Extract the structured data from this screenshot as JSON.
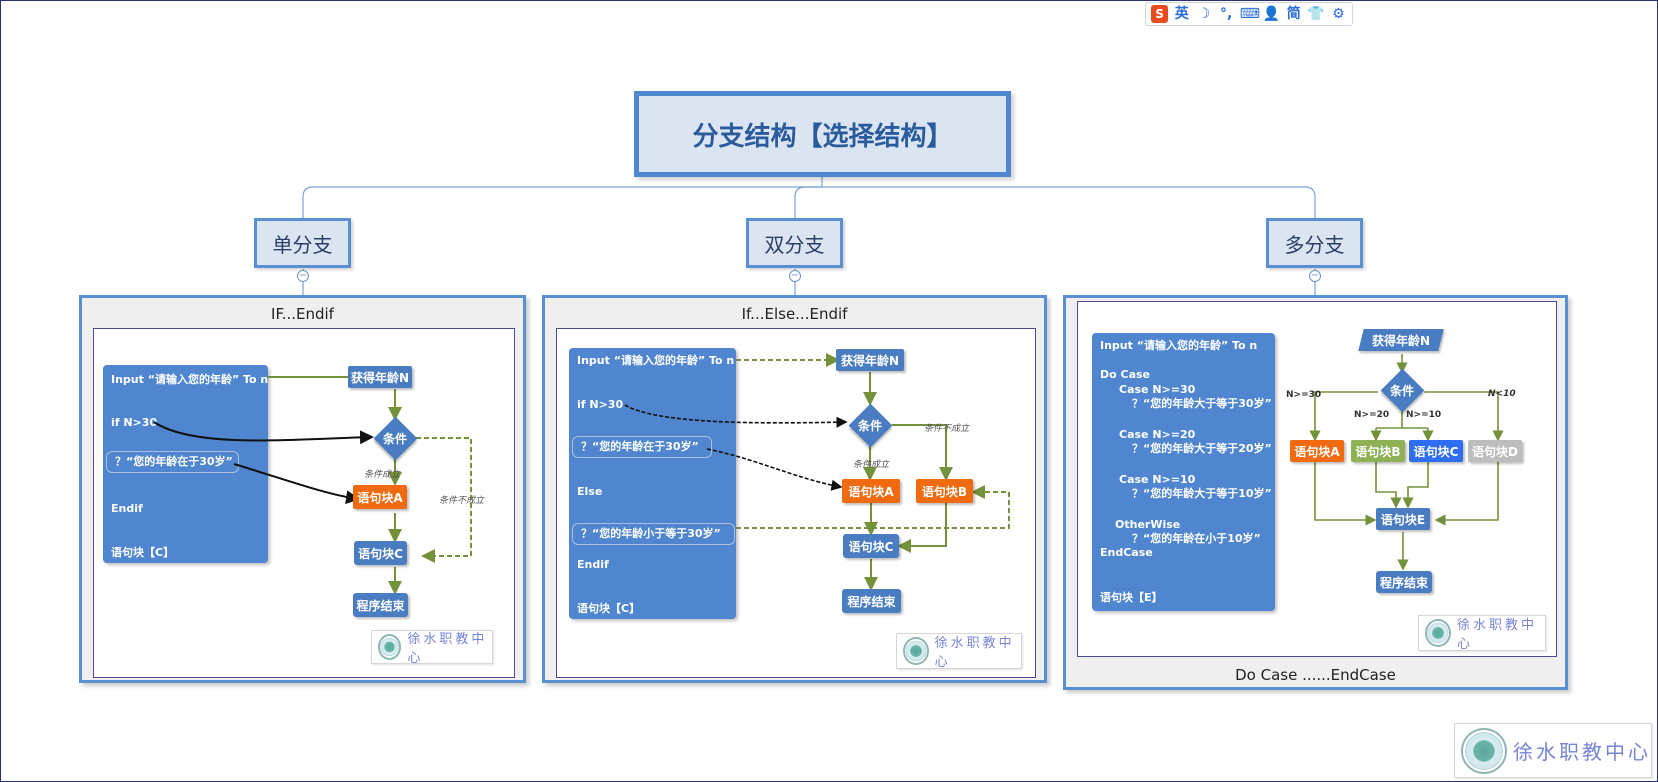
{
  "ime_toolbar": {
    "logo": "S",
    "lang": "英",
    "moon_icon": "☽",
    "punct": "°,",
    "keyboard_icon": "⌨",
    "user_icon": "👤",
    "simplified": "简",
    "shirt_icon": "👕",
    "gear_icon": "⚙"
  },
  "root_title": "分支结构【选择结构】",
  "branches": [
    "单分支",
    "双分支",
    "多分支"
  ],
  "single": {
    "title": "IF...Endif",
    "code": {
      "input": "Input “请输入您的年龄” To n",
      "if": "if N>30",
      "say": "？“您的年龄在于30岁”",
      "endif": "Endif",
      "block": "语句块【C】"
    },
    "flow": {
      "get": "获得年龄N",
      "cond": "条件",
      "true_label": "条件成立",
      "false_label": "条件不成立",
      "block_a": "语句块A",
      "block_c": "语句块C",
      "end": "程序结束"
    },
    "watermark": "徐水职教中心"
  },
  "double": {
    "title": "If...Else...Endif",
    "code": {
      "input": "Input “请输入您的年龄” To n",
      "if": "if N>30",
      "say1": "？“您的年龄在于30岁”",
      "else": "Else",
      "say2": "？“您的年龄小于等于30岁”",
      "endif": "Endif",
      "block": "语句块【C】"
    },
    "flow": {
      "get": "获得年龄N",
      "cond": "条件",
      "true_label": "条件成立",
      "false_label": "条件不成立",
      "block_a": "语句块A",
      "block_b": "语句块B",
      "block_c": "语句块C",
      "end": "程序结束"
    },
    "watermark": "徐水职教中心"
  },
  "multi": {
    "title": "Do Case ......EndCase",
    "code": {
      "input": "Input “请输入您的年龄” To n",
      "docase": "Do Case",
      "case1": "Case N>=30",
      "say1": "？“您的年龄大于等于30岁”",
      "case2": "Case N>=20",
      "say2": "？“您的年龄大于等于20岁”",
      "case3": "Case N>=10",
      "say3": "？“您的年龄大于等于10岁”",
      "otherwise": "OtherWise",
      "say4": "？“您的年龄在小于10岁”",
      "endcase": "EndCase",
      "block": "语句块【E】"
    },
    "flow": {
      "get": "获得年龄N",
      "cond": "条件",
      "l1": "N>=30",
      "l2": "N>=20",
      "l3": "N>=10",
      "l4": "N<10",
      "block_a": "语句块A",
      "block_b": "语句块B",
      "block_c": "语句块C",
      "block_d": "语句块D",
      "block_e": "语句块E",
      "end": "程序结束"
    },
    "watermark": "徐水职教中心"
  },
  "page_watermark": "徐水职教中心",
  "colors": {
    "accent_blue": "#4f87d1",
    "code_blue": "#4f86cf",
    "orange": "#f06a0f",
    "green_arrow": "#74923c",
    "block_green": "#8db154",
    "block_brightblue": "#2f6ef2",
    "block_gray": "#bdbdbd"
  }
}
